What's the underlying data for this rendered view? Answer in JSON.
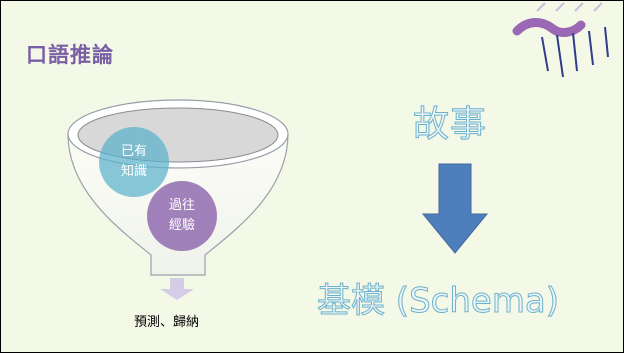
{
  "slide": {
    "title": "口語推論",
    "accent_color": "#7a5fa6"
  },
  "funnel": {
    "circles": [
      {
        "line1": "已有",
        "line2": "知識",
        "color": "#5ab2cc"
      },
      {
        "line1": "過往",
        "line2": "經驗",
        "color": "#9470b2"
      }
    ],
    "result_label": "預測、歸納"
  },
  "flow": {
    "top_label": "故事",
    "bottom_label": "基模 (Schema)",
    "arrow_color": "#4f7ebd",
    "arrow_direction": "down"
  },
  "decoration": {
    "icon": "stripes-squiggle-icon"
  }
}
